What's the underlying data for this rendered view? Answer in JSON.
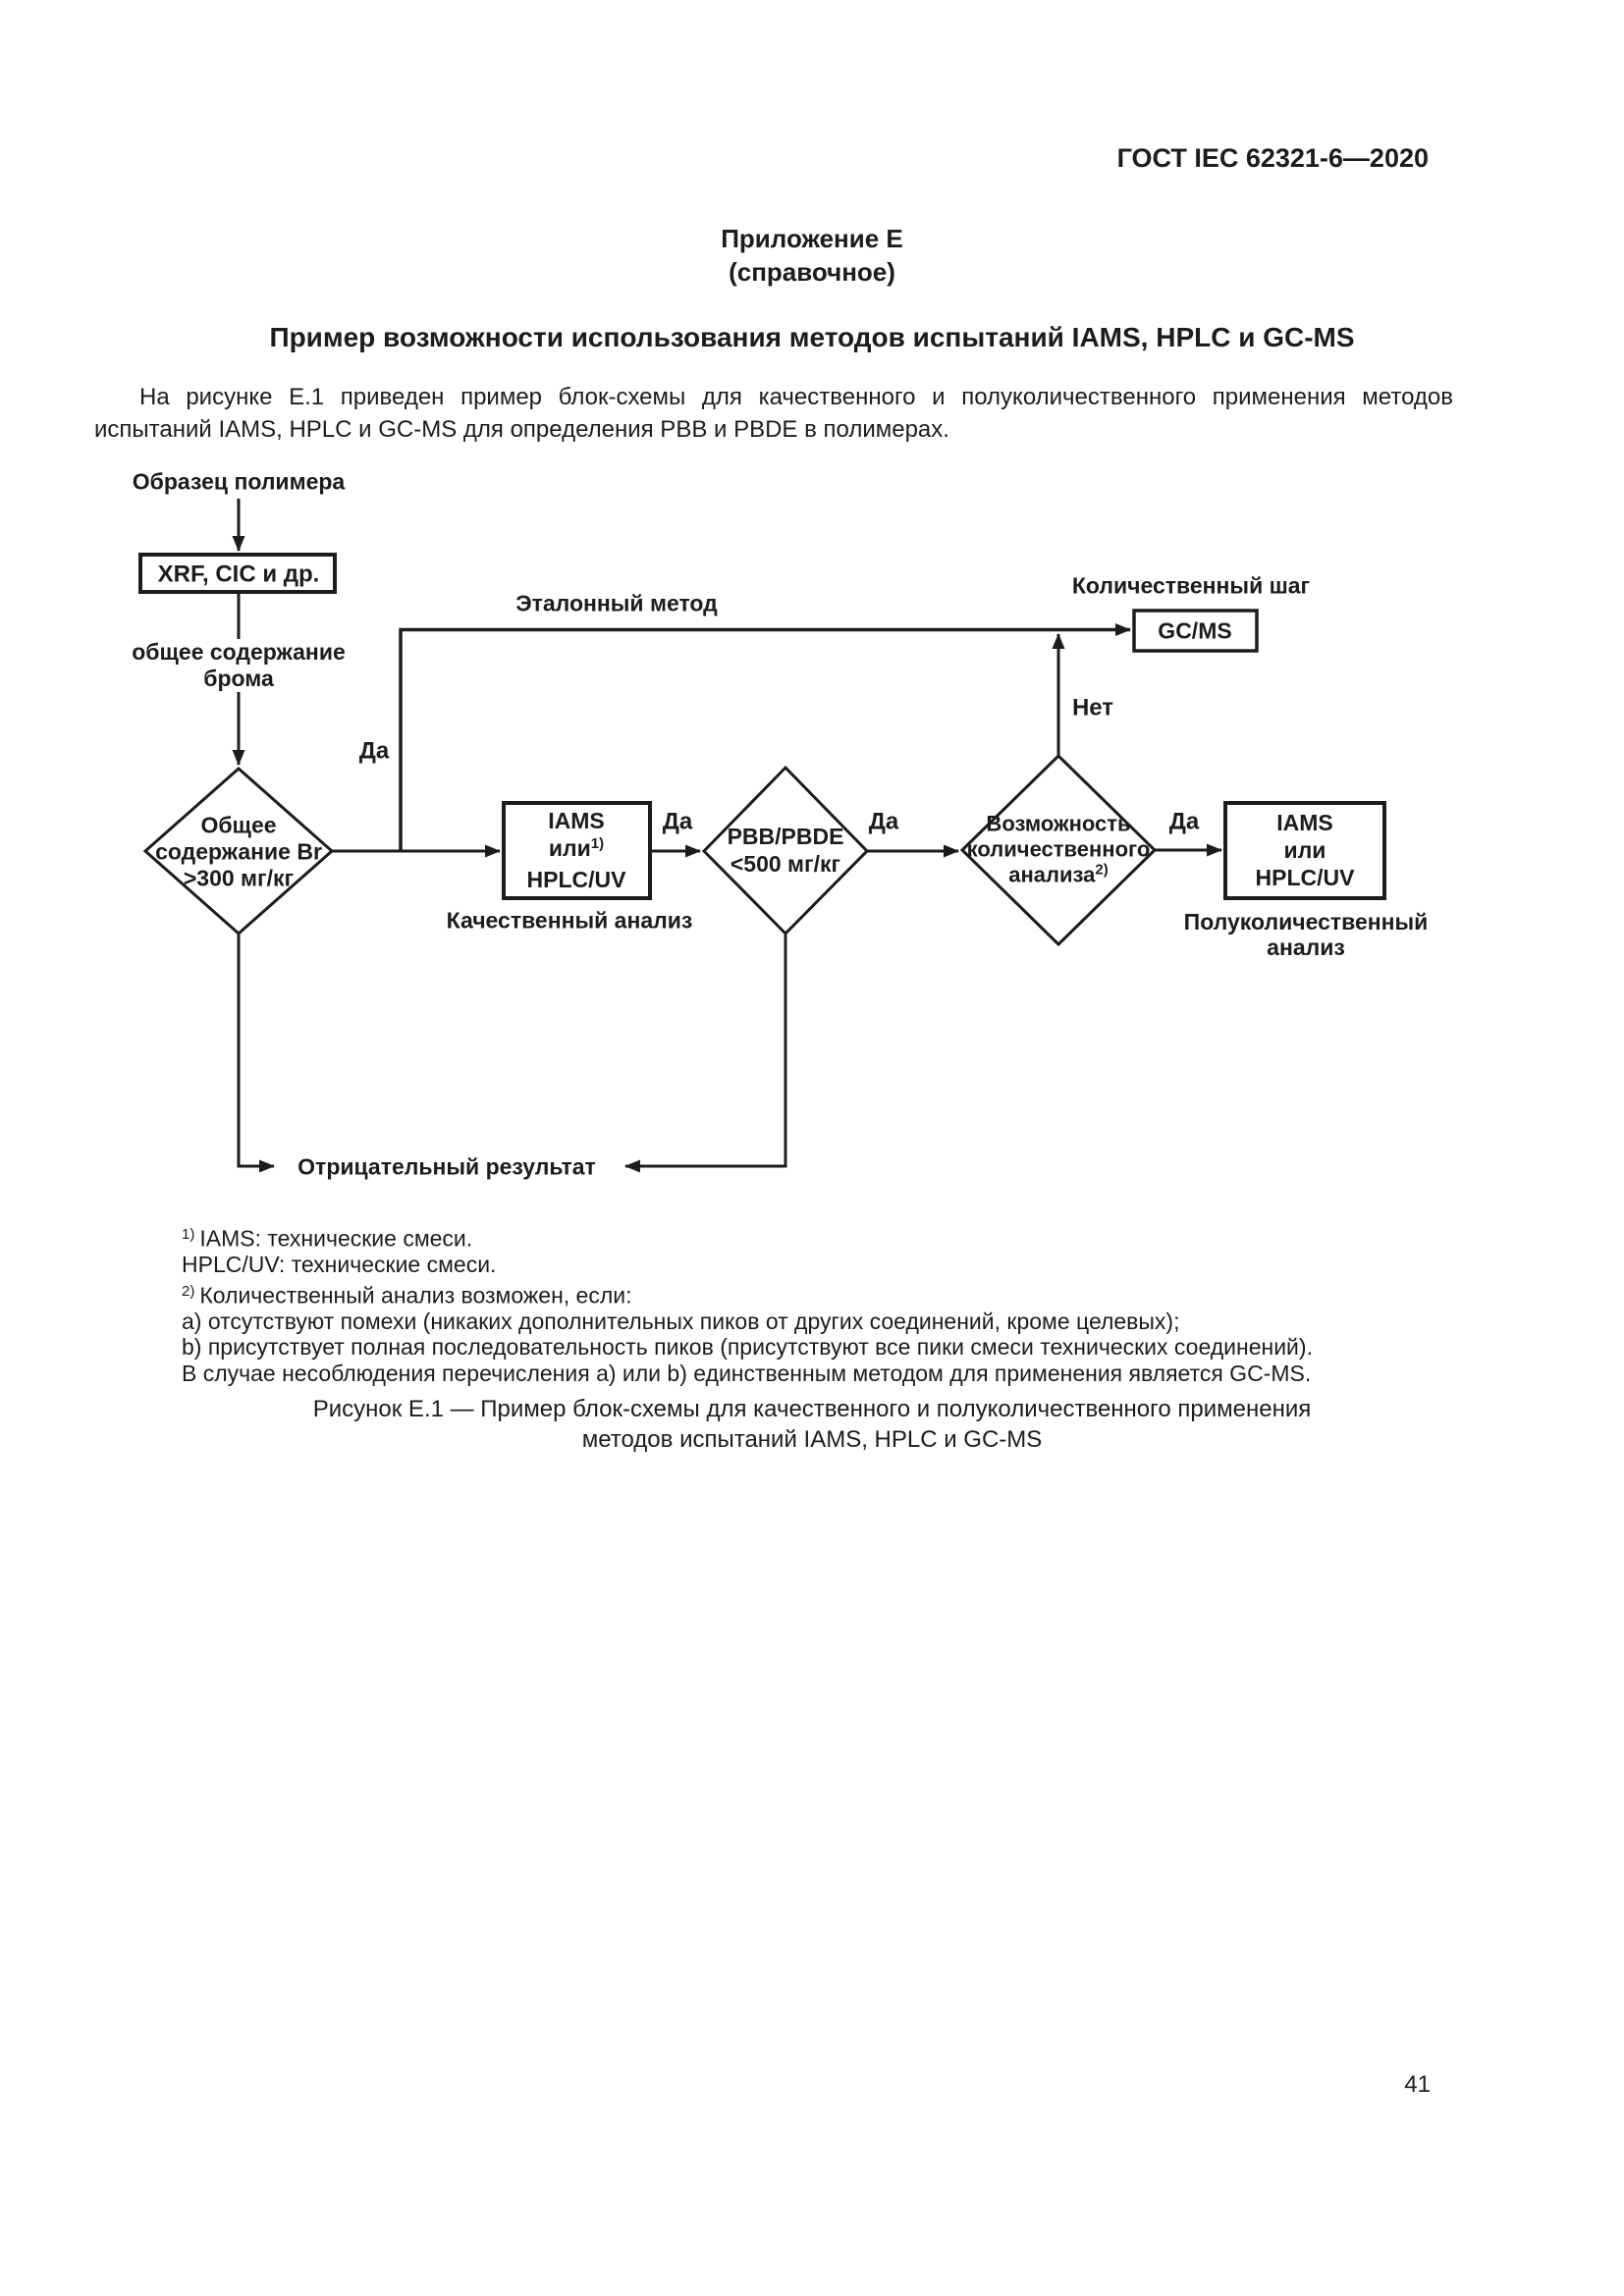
{
  "page": {
    "header_code": "ГОСТ IEC 62321-6—2020",
    "page_number": "41"
  },
  "annex": {
    "label": "Приложение Е",
    "type": "(справочное)",
    "title": "Пример возможности использования методов испытаний IAMS, HPLC и GC-MS",
    "intro": "На рисунке Е.1 приведен пример блок-схемы для качественного и полуколичественного применения методов испытаний IAMS, HPLC и GC-MS для определения PBB и PBDE в полимерах."
  },
  "flowchart": {
    "labels": {
      "yes": "Да",
      "no": "Нет",
      "start": "Образец полимера",
      "xrf": "XRF, CIC и др.",
      "bromine1": "общее содержание",
      "bromine2": "брома",
      "reference_method": "Эталонный метод",
      "quantitative_step": "Количественный шаг",
      "gcms": "GC/MS",
      "qualitative": "Качественный анализ",
      "semiquant1": "Полуколичественный",
      "semiquant2": "анализ",
      "negative": "Отрицательный результат"
    },
    "decision1": {
      "line1": "Общее",
      "line2": "содержание Br",
      "line3": ">300 мг/кг"
    },
    "qual_box": {
      "line1": "IAMS",
      "line2": "или",
      "sup": "1)",
      "line3": "HPLC/UV"
    },
    "decision2": {
      "line1": "PBB/PBDE",
      "line2": "<500 мг/кг"
    },
    "decision3": {
      "line1": "Возможность",
      "line2": "количественного",
      "line3": "анализа",
      "sup": "2)"
    },
    "semiquant_box": {
      "line1": "IAMS",
      "line2": "или",
      "line3": "HPLC/UV"
    }
  },
  "footnotes": [
    {
      "sup": "1)",
      "text": "IAMS: технические смеси."
    },
    {
      "sup": "",
      "text": "HPLC/UV: технические смеси."
    },
    {
      "sup": "2)",
      "text": "Количественный анализ возможен, если:"
    },
    {
      "sup": "",
      "text": "a) отсутствуют помехи (никаких дополнительных пиков от других соединений, кроме целевых);"
    },
    {
      "sup": "",
      "text": "b) присутствует полная последовательность пиков (присутствуют все пики смеси технических соединений)."
    },
    {
      "sup": "",
      "text": "В случае несоблюдения перечисления a) или b) единственным методом для применения является GC-MS."
    }
  ],
  "caption": {
    "line1": "Рисунок Е.1 — Пример блок-схемы для качественного и полуколичественного применения",
    "line2": "методов испытаний IAMS, HPLC и GC-MS"
  },
  "colors": {
    "ink": "#1c1c1c",
    "paper": "#ffffff"
  }
}
